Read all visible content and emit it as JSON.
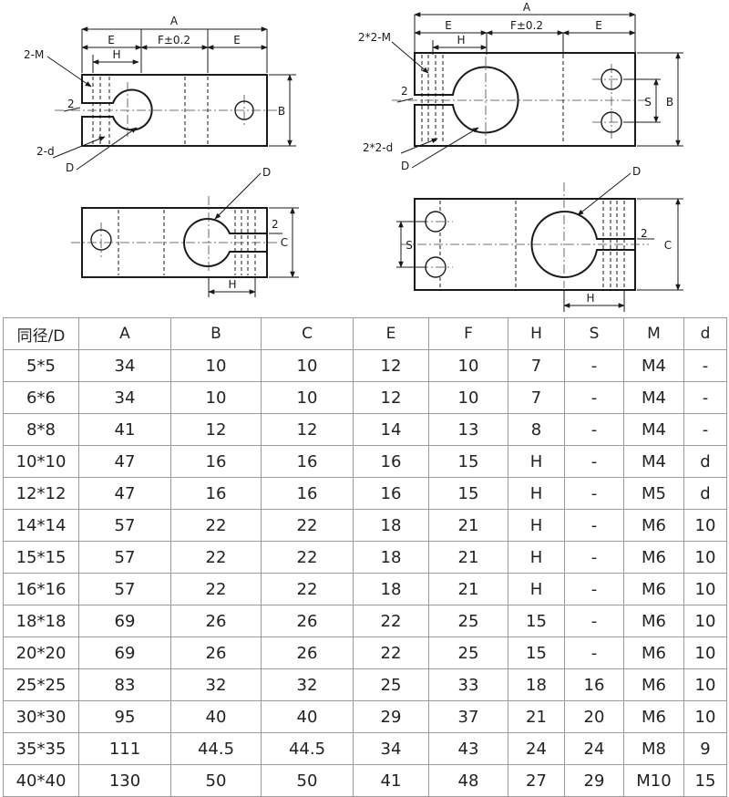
{
  "drawing_labels": {
    "A": "A",
    "E": "E",
    "F": "F±0.2",
    "H": "H",
    "B": "B",
    "C": "C",
    "S": "S",
    "two": "2",
    "M_single": "2-M",
    "d_single": "2-d",
    "D": "D",
    "M_double": "2*2-M",
    "d_double": "2*2-d"
  },
  "table": {
    "headers": [
      "同径/D",
      "A",
      "B",
      "C",
      "E",
      "F",
      "H",
      "S",
      "M",
      "d"
    ],
    "rows": [
      [
        "5*5",
        "34",
        "10",
        "10",
        "12",
        "10",
        "7",
        "-",
        "M4",
        "-"
      ],
      [
        "6*6",
        "34",
        "10",
        "10",
        "12",
        "10",
        "7",
        "-",
        "M4",
        "-"
      ],
      [
        "8*8",
        "41",
        "12",
        "12",
        "14",
        "13",
        "8",
        "-",
        "M4",
        "-"
      ],
      [
        "10*10",
        "47",
        "16",
        "16",
        "16",
        "15",
        "H",
        "-",
        "M4",
        "d"
      ],
      [
        "12*12",
        "47",
        "16",
        "16",
        "16",
        "15",
        "H",
        "-",
        "M5",
        "d"
      ],
      [
        "14*14",
        "57",
        "22",
        "22",
        "18",
        "21",
        "H",
        "-",
        "M6",
        "10"
      ],
      [
        "15*15",
        "57",
        "22",
        "22",
        "18",
        "21",
        "H",
        "-",
        "M6",
        "10"
      ],
      [
        "16*16",
        "57",
        "22",
        "22",
        "18",
        "21",
        "H",
        "-",
        "M6",
        "10"
      ],
      [
        "18*18",
        "69",
        "26",
        "26",
        "22",
        "25",
        "15",
        "-",
        "M6",
        "10"
      ],
      [
        "20*20",
        "69",
        "26",
        "26",
        "22",
        "25",
        "15",
        "-",
        "M6",
        "10"
      ],
      [
        "25*25",
        "83",
        "32",
        "32",
        "25",
        "33",
        "18",
        "16",
        "M6",
        "10"
      ],
      [
        "30*30",
        "95",
        "40",
        "40",
        "29",
        "37",
        "21",
        "20",
        "M6",
        "10"
      ],
      [
        "35*35",
        "111",
        "44.5",
        "44.5",
        "34",
        "43",
        "24",
        "24",
        "M8",
        "9"
      ],
      [
        "40*40",
        "130",
        "50",
        "50",
        "41",
        "48",
        "27",
        "29",
        "M10",
        "15"
      ]
    ]
  }
}
